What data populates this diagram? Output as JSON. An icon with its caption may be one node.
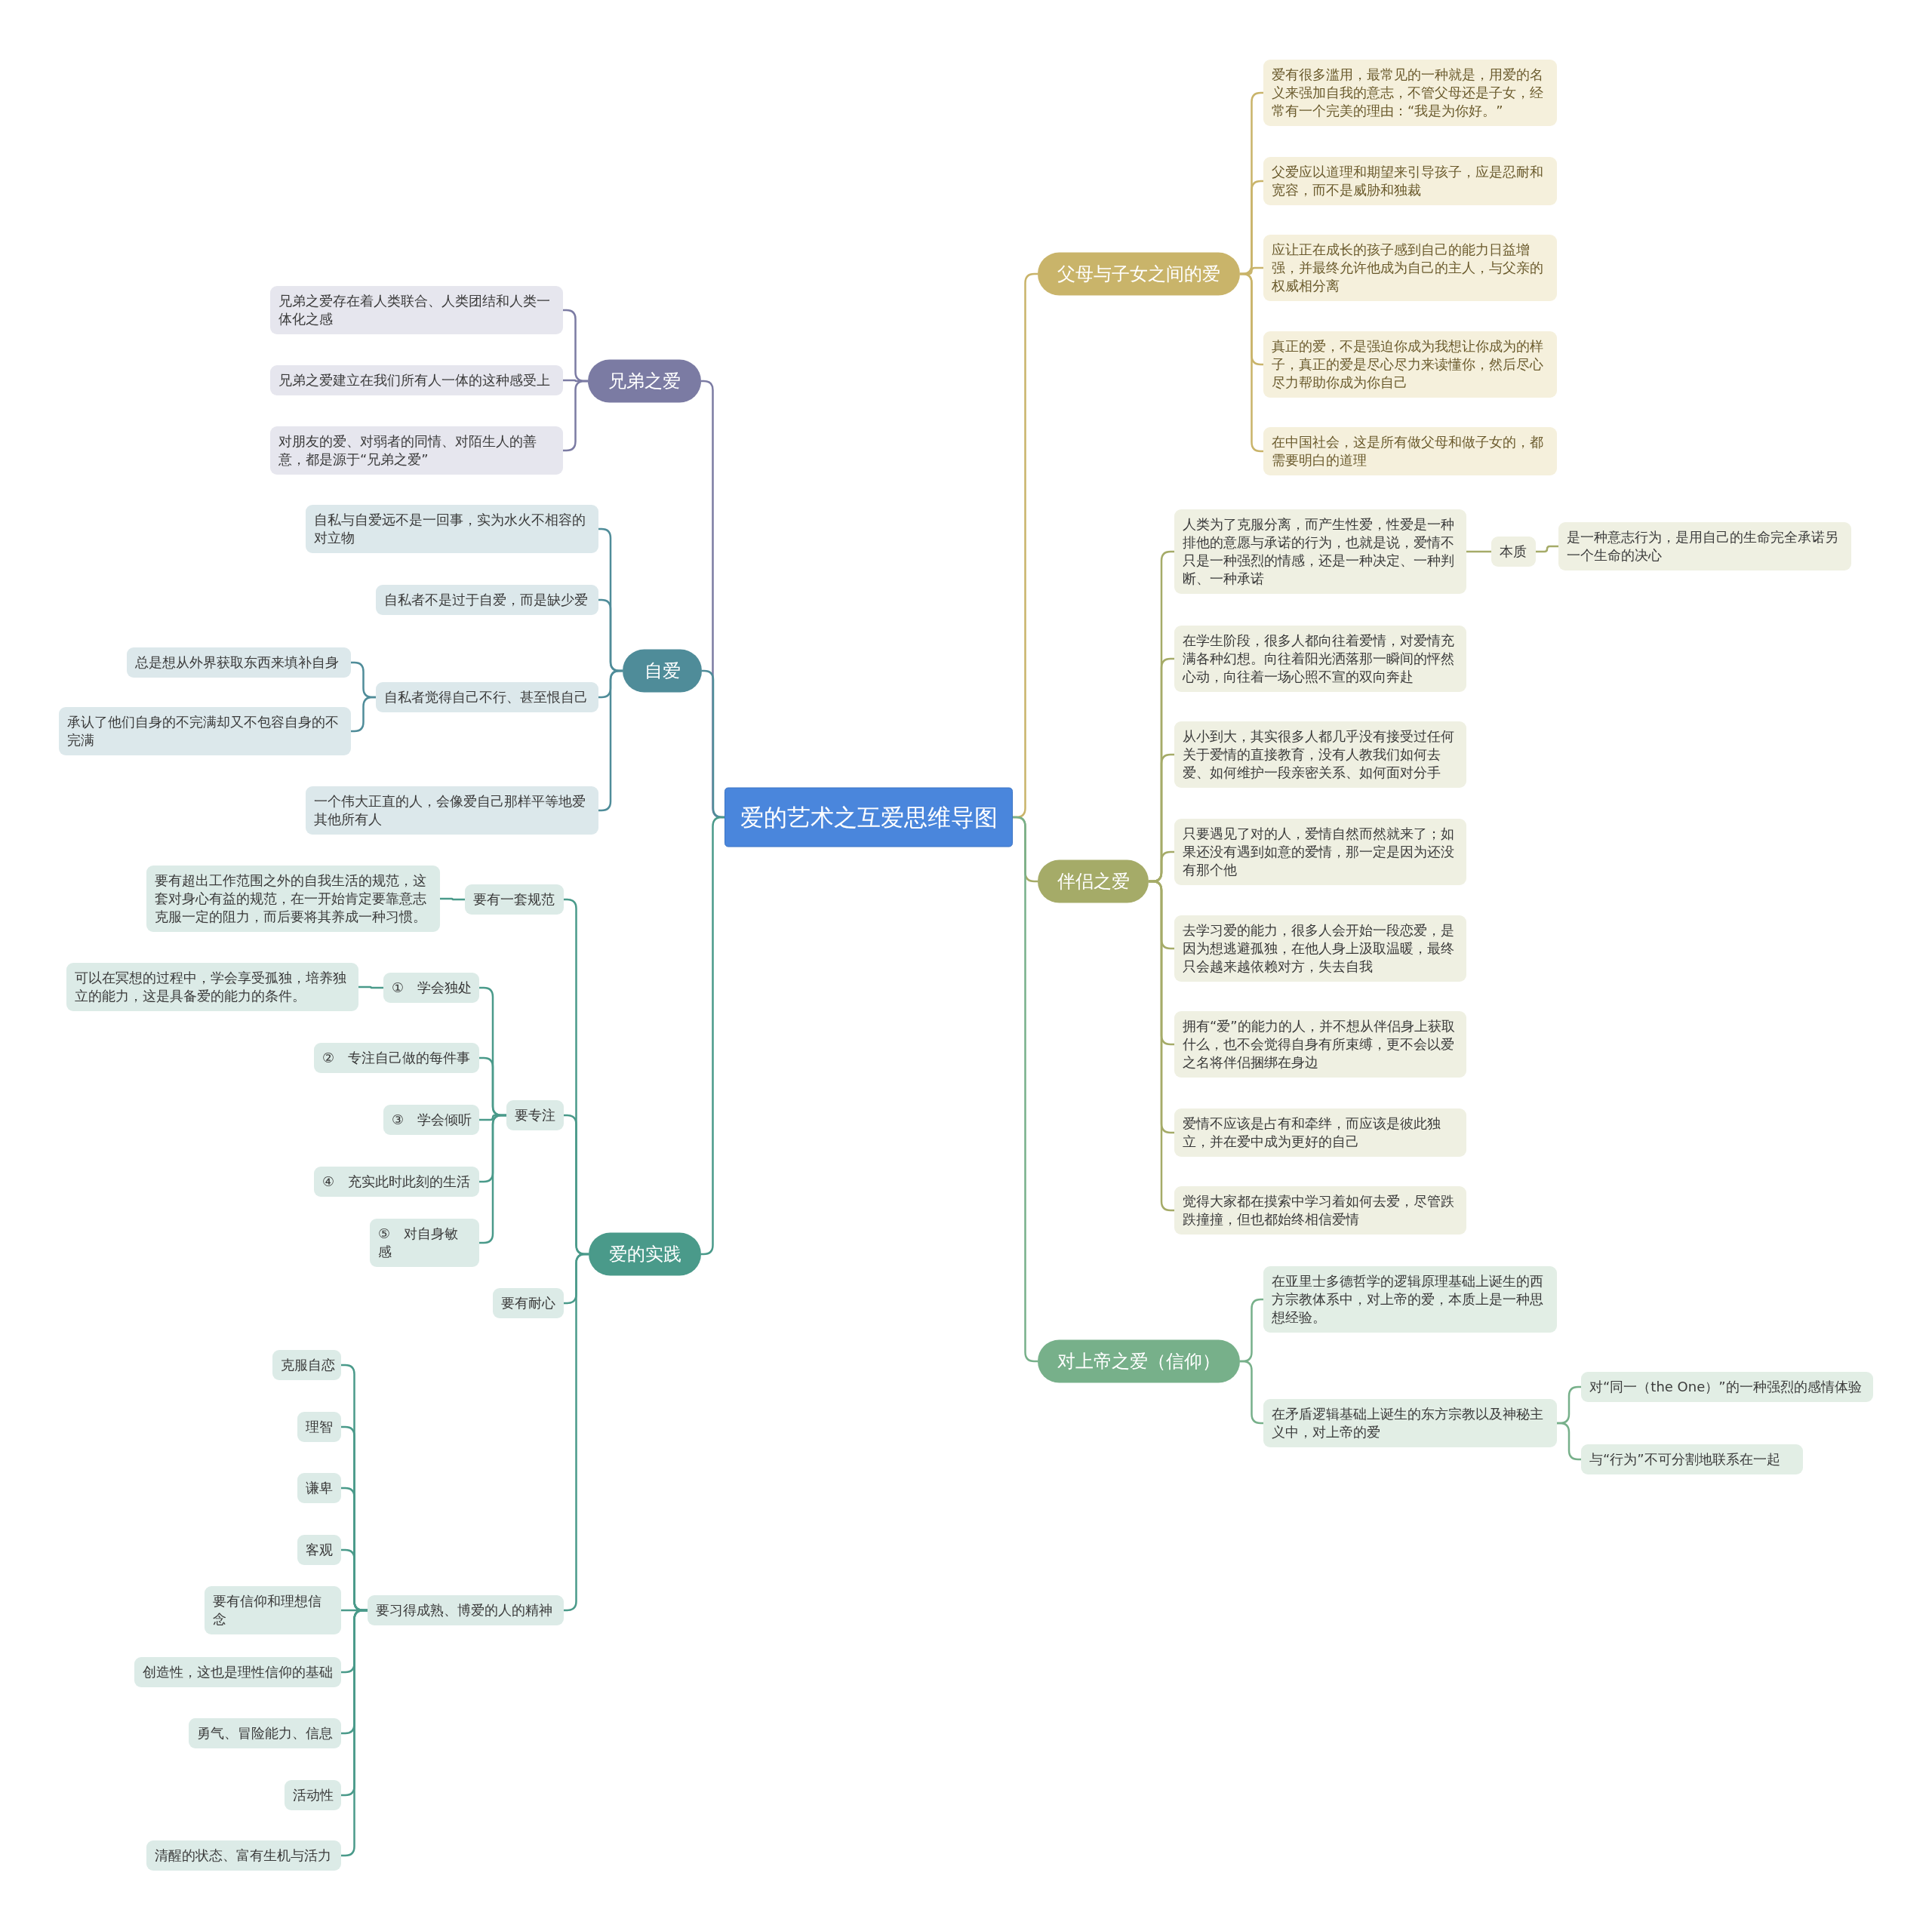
{
  "diagram": {
    "nodes": [
      {
        "text": [
          "爱的艺术之互爱思维导图"
        ]
      },
      {
        "text": [
          "兄弟之爱"
        ]
      },
      {
        "text": [
          "兄弟之爱存在着人类联合、人类团结和人类一体化之感"
        ]
      },
      {
        "text": [
          "兄弟之爱建立在我们所有人一体的这种感受上"
        ]
      },
      {
        "text": [
          "对朋友的爱、对弱者的同情、对陌生人的善意，都是源于“兄弟之爱”"
        ]
      },
      {
        "text": [
          "自爱"
        ]
      },
      {
        "text": [
          "自私与自爱远不是一回事，实为水火不相容的对立物"
        ]
      },
      {
        "text": [
          "自私者不是过于自爱，而是缺少爱"
        ]
      },
      {
        "text": [
          "自私者觉得自己不行、甚至恨自己"
        ]
      },
      {
        "text": [
          "总是想从外界获取东西来填补自身"
        ]
      },
      {
        "text": [
          "承认了他们自身的不完满却又不包容自身的不完满"
        ]
      },
      {
        "text": [
          "一个伟大正直的人，会像爱自己那样平等地爱其他所有人"
        ]
      },
      {
        "text": [
          "爱的实践"
        ]
      },
      {
        "text": [
          "要有一套规范"
        ]
      },
      {
        "text": [
          "要有超出工作范围之外的自我生活的规范，这套对身心有益的规范，在一开始肯定要靠意志克服一定的阻力，而后要将其养成一种习惯。"
        ]
      },
      {
        "text": [
          "要专注"
        ]
      },
      {
        "text": [
          "①　学会独处"
        ]
      },
      {
        "text": [
          "可以在冥想的过程中，学会享受孤独，培养独立的能力，这是具备爱的能力的条件。"
        ]
      },
      {
        "text": [
          "②　专注自己做的每件事"
        ]
      },
      {
        "text": [
          "③　学会倾听"
        ]
      },
      {
        "text": [
          "④　充实此时此刻的生活"
        ]
      },
      {
        "text": [
          "⑤　对自身敏感"
        ]
      },
      {
        "text": [
          "要有耐心"
        ]
      },
      {
        "text": [
          "要习得成熟、博爱的人的精神"
        ]
      },
      {
        "text": [
          "克服自恋"
        ]
      },
      {
        "text": [
          "理智"
        ]
      },
      {
        "text": [
          "谦卑"
        ]
      },
      {
        "text": [
          "客观"
        ]
      },
      {
        "text": [
          "要有信仰和理想信念"
        ]
      },
      {
        "text": [
          "创造性，这也是理性信仰的基础"
        ]
      },
      {
        "text": [
          "勇气、冒险能力、信息"
        ]
      },
      {
        "text": [
          "活动性"
        ]
      },
      {
        "text": [
          "清醒的状态、富有生机与活力"
        ]
      },
      {
        "text": [
          "父母与子女之间的爱"
        ]
      },
      {
        "text": [
          "爱有很多滥用，最常见的一种就是，用爱的名义来强加自我的意志，不管父母还是子女，经常有一个完美的理由：“我是为你好。”"
        ]
      },
      {
        "text": [
          "父爱应以道理和期望来引导孩子，应是忍耐和宽容，而不是威胁和独裁"
        ]
      },
      {
        "text": [
          "应让正在成长的孩子感到自己的能力日益增强，并最终允许他成为自己的主人，与父亲的权威相分离"
        ]
      },
      {
        "text": [
          "真正的爱，不是强迫你成为我想让你成为的样子，真正的爱是尽心尽力来读懂你，然后尽心尽力帮助你成为你自己"
        ]
      },
      {
        "text": [
          "在中国社会，这是所有做父母和做子女的，都需要明白的道理"
        ]
      },
      {
        "text": [
          "伴侣之爱"
        ]
      },
      {
        "text": [
          "人类为了克服分离，而产生性爱，性爱是一种排他的意愿与承诺的行为，也就是说，爱情不只是一种强烈的情感，还是一种决定、一种判断、一种承诺"
        ]
      },
      {
        "text": [
          "本质"
        ]
      },
      {
        "text": [
          "是一种意志行为，是用自己的生命完全承诺另一个生命的决心"
        ]
      },
      {
        "text": [
          "在学生阶段，很多人都向往着爱情，对爱情充满各种幻想。向往着阳光洒落那一瞬间的怦然心动，向往着一场心照不宣的双向奔赴"
        ]
      },
      {
        "text": [
          "从小到大，其实很多人都几乎没有接受过任何关于爱情的直接教育，没有人教我们如何去爱、如何维护一段亲密关系、如何面对分手"
        ]
      },
      {
        "text": [
          "只要遇见了对的人，爱情自然而然就来了；如果还没有遇到如意的爱情，那一定是因为还没有那个他"
        ]
      },
      {
        "text": [
          "去学习爱的能力，很多人会开始一段恋爱，是因为想逃避孤独，在他人身上汲取温暖，最终只会越来越依赖对方，失去自我"
        ]
      },
      {
        "text": [
          "拥有“爱”的能力的人，并不想从伴侣身上获取什么，也不会觉得自身有所束缚，更不会以爱之名将伴侣捆绑在身边"
        ]
      },
      {
        "text": [
          "爱情不应该是占有和牵绊，而应该是彼此独立，并在爱中成为更好的自己"
        ]
      },
      {
        "text": [
          "觉得大家都在摸索中学习着如何去爱，尽管跌跌撞撞，但也都始终相信爱情"
        ]
      },
      {
        "text": [
          "对上帝之爱（信仰）"
        ]
      },
      {
        "text": [
          "在亚里士多德哲学的逻辑原理基础上诞生的西方宗教体系中，对上帝的爱，本质上是一种思想经验。"
        ]
      },
      {
        "text": [
          "在矛盾逻辑基础上诞生的东方宗教以及神秘主义中，对上帝的爱"
        ]
      },
      {
        "text": [
          "对“同一（the One）”的一种强烈的感情体验"
        ]
      },
      {
        "text": [
          "与“行为”不可分割地联系在一起"
        ]
      }
    ],
    "edges": [
      {
        "from": 0,
        "to": 1,
        "arrow": "none",
        "color": "#7b7ba3"
      },
      {
        "from": 0,
        "to": 5,
        "arrow": "none",
        "color": "#4f8c99"
      },
      {
        "from": 0,
        "to": 12,
        "arrow": "none",
        "color": "#4a9a8a"
      },
      {
        "from": 0,
        "to": 33,
        "arrow": "none",
        "color": "#c9b46a"
      },
      {
        "from": 0,
        "to": 39,
        "arrow": "none",
        "color": "#a5ab68"
      },
      {
        "from": 0,
        "to": 50,
        "arrow": "none",
        "color": "#77b08a"
      },
      {
        "from": 1,
        "to": 2,
        "arrow": "none",
        "color": "#7b7ba3"
      },
      {
        "from": 1,
        "to": 3,
        "arrow": "none",
        "color": "#7b7ba3"
      },
      {
        "from": 1,
        "to": 4,
        "arrow": "none",
        "color": "#7b7ba3"
      },
      {
        "from": 5,
        "to": 6,
        "arrow": "none",
        "color": "#4f8c99"
      },
      {
        "from": 5,
        "to": 7,
        "arrow": "none",
        "color": "#4f8c99"
      },
      {
        "from": 5,
        "to": 8,
        "arrow": "none",
        "color": "#4f8c99"
      },
      {
        "from": 8,
        "to": 9,
        "arrow": "none",
        "color": "#4f8c99"
      },
      {
        "from": 8,
        "to": 10,
        "arrow": "none",
        "color": "#4f8c99"
      },
      {
        "from": 5,
        "to": 11,
        "arrow": "none",
        "color": "#4f8c99"
      },
      {
        "from": 12,
        "to": 13,
        "arrow": "none",
        "color": "#4a9a8a"
      },
      {
        "from": 13,
        "to": 14,
        "arrow": "none",
        "color": "#4a9a8a"
      },
      {
        "from": 12,
        "to": 15,
        "arrow": "none",
        "color": "#4a9a8a"
      },
      {
        "from": 15,
        "to": 16,
        "arrow": "none",
        "color": "#4a9a8a"
      },
      {
        "from": 16,
        "to": 17,
        "arrow": "none",
        "color": "#4a9a8a"
      },
      {
        "from": 15,
        "to": 18,
        "arrow": "none",
        "color": "#4a9a8a"
      },
      {
        "from": 15,
        "to": 19,
        "arrow": "none",
        "color": "#4a9a8a"
      },
      {
        "from": 15,
        "to": 20,
        "arrow": "none",
        "color": "#4a9a8a"
      },
      {
        "from": 15,
        "to": 21,
        "arrow": "none",
        "color": "#4a9a8a"
      },
      {
        "from": 12,
        "to": 22,
        "arrow": "none",
        "color": "#4a9a8a"
      },
      {
        "from": 12,
        "to": 23,
        "arrow": "none",
        "color": "#4a9a8a"
      },
      {
        "from": 23,
        "to": 24,
        "arrow": "none",
        "color": "#4a9a8a"
      },
      {
        "from": 23,
        "to": 25,
        "arrow": "none",
        "color": "#4a9a8a"
      },
      {
        "from": 23,
        "to": 26,
        "arrow": "none",
        "color": "#4a9a8a"
      },
      {
        "from": 23,
        "to": 27,
        "arrow": "none",
        "color": "#4a9a8a"
      },
      {
        "from": 23,
        "to": 28,
        "arrow": "none",
        "color": "#4a9a8a"
      },
      {
        "from": 23,
        "to": 29,
        "arrow": "none",
        "color": "#4a9a8a"
      },
      {
        "from": 23,
        "to": 30,
        "arrow": "none",
        "color": "#4a9a8a"
      },
      {
        "from": 23,
        "to": 31,
        "arrow": "none",
        "color": "#4a9a8a"
      },
      {
        "from": 23,
        "to": 32,
        "arrow": "none",
        "color": "#4a9a8a"
      },
      {
        "from": 33,
        "to": 34,
        "arrow": "none",
        "color": "#c9b46a"
      },
      {
        "from": 33,
        "to": 35,
        "arrow": "none",
        "color": "#c9b46a"
      },
      {
        "from": 33,
        "to": 36,
        "arrow": "none",
        "color": "#c9b46a"
      },
      {
        "from": 33,
        "to": 37,
        "arrow": "none",
        "color": "#c9b46a"
      },
      {
        "from": 33,
        "to": 38,
        "arrow": "none",
        "color": "#c9b46a"
      },
      {
        "from": 39,
        "to": 40,
        "arrow": "none",
        "color": "#a5ab68"
      },
      {
        "from": 40,
        "to": 41,
        "arrow": "none",
        "color": "#a5ab68"
      },
      {
        "from": 41,
        "to": 42,
        "arrow": "none",
        "color": "#a5ab68"
      },
      {
        "from": 39,
        "to": 43,
        "arrow": "none",
        "color": "#a5ab68"
      },
      {
        "from": 39,
        "to": 44,
        "arrow": "none",
        "color": "#a5ab68"
      },
      {
        "from": 39,
        "to": 45,
        "arrow": "none",
        "color": "#a5ab68"
      },
      {
        "from": 39,
        "to": 46,
        "arrow": "none",
        "color": "#a5ab68"
      },
      {
        "from": 39,
        "to": 47,
        "arrow": "none",
        "color": "#a5ab68"
      },
      {
        "from": 39,
        "to": 48,
        "arrow": "none",
        "color": "#a5ab68"
      },
      {
        "from": 39,
        "to": 49,
        "arrow": "none",
        "color": "#a5ab68"
      },
      {
        "from": 50,
        "to": 51,
        "arrow": "none",
        "color": "#77b08a"
      },
      {
        "from": 50,
        "to": 52,
        "arrow": "none",
        "color": "#77b08a"
      },
      {
        "from": 52,
        "to": 53,
        "arrow": "none",
        "color": "#77b08a"
      },
      {
        "from": 52,
        "to": 54,
        "arrow": "none",
        "color": "#77b08a"
      }
    ]
  }
}
